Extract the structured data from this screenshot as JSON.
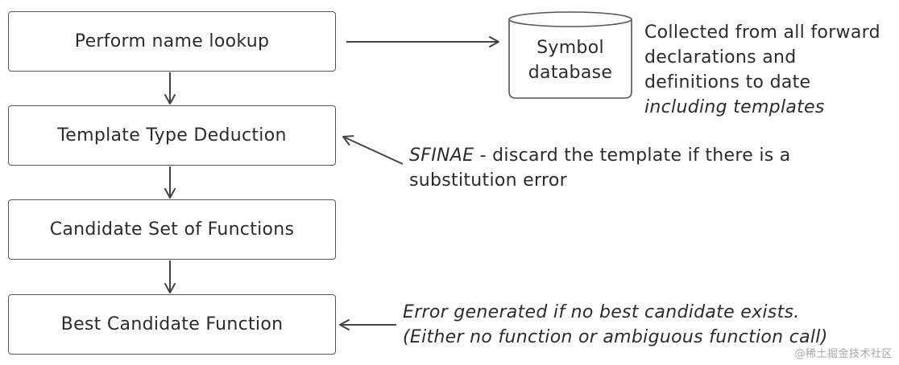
{
  "flow": {
    "steps": [
      {
        "label": "Perform name lookup"
      },
      {
        "label": "Template Type Deduction"
      },
      {
        "label": "Candidate Set of Functions"
      },
      {
        "label": "Best Candidate Function"
      }
    ]
  },
  "database": {
    "label_line1": "Symbol",
    "label_line2": "database",
    "icon": "database-cylinder-icon"
  },
  "notes": {
    "database": {
      "line1": "Collected from all forward",
      "line2": "declarations and",
      "line3": "definitions to date",
      "line4": "including templates"
    },
    "sfinae": {
      "term": "SFINAE",
      "line1_rest": " - discard the template if there is a",
      "line2": "substitution error"
    },
    "error": {
      "line1": "Error generated if no best candidate exists.",
      "line2": "(Either no function or ambiguous function call)"
    }
  },
  "watermark": "@稀土掘金技术社区",
  "colors": {
    "stroke": "#555555",
    "text": "#2b2b2b",
    "watermark": "#a7a7a7"
  }
}
